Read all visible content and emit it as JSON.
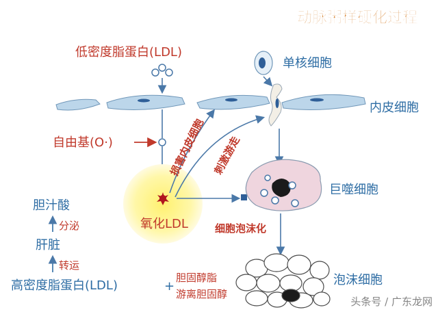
{
  "title": "动脉粥样硬化过程",
  "labels": {
    "ldl": "低密度脂蛋白(LDL)",
    "monocyte": "单核细胞",
    "endothelial": "内皮细胞",
    "free_radical": "自由基(O·)",
    "oxidized_ldl": "氧化LDL",
    "macrophage": "巨噬细胞",
    "foam_process": "细胞泡沫化",
    "foam_cell": "泡沫细胞",
    "bile_acid": "胆汁酸",
    "secretion": "分泌",
    "liver": "肝脏",
    "transport": "转运",
    "hdl": "高密度脂蛋白(LDL)",
    "plus": "+",
    "cholesterol_ester": "胆固醇脂",
    "free_cholesterol": "游离胆固醇",
    "damage": "损害内皮细胞",
    "stimulate": "刺激游走"
  },
  "watermark": "头条号 / 广东龙网",
  "colors": {
    "red_text": "#c0392b",
    "blue_text": "#2e6da4",
    "arrow": "#4a78a8",
    "cell_fill": "#bcd6ea",
    "macrophage_fill": "#efd5de",
    "glow": "#fff59a",
    "title": "#d98a3c"
  }
}
